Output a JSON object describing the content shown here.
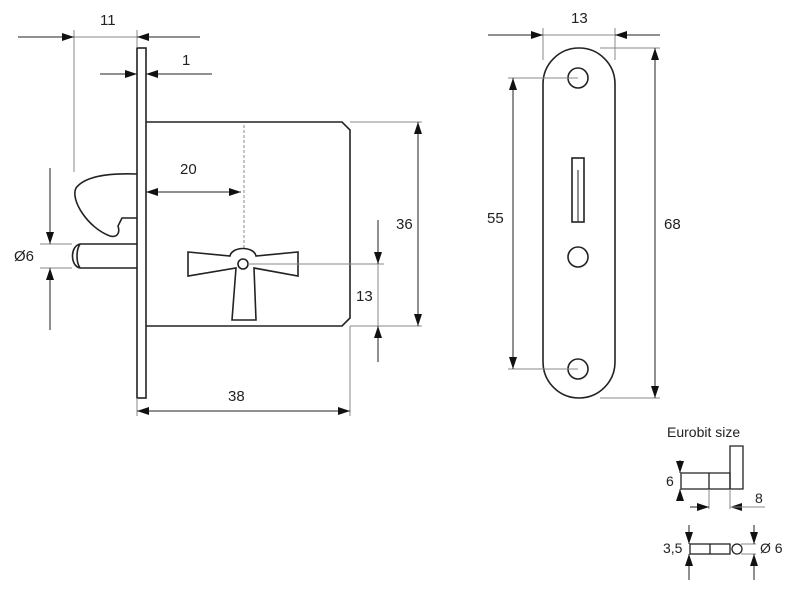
{
  "side_view": {
    "dim_overall_depth": "11",
    "dim_plate_thickness": "1",
    "dim_backset": "20",
    "dim_body_height": "36",
    "dim_key_offset": "13",
    "dim_body_depth": "38",
    "dim_pin_diameter": "Ø6"
  },
  "front_view": {
    "dim_plate_width": "13",
    "dim_hole_spacing": "55",
    "dim_plate_height": "68"
  },
  "eurobit": {
    "title": "Eurobit size",
    "dim_height": "6",
    "dim_length": "8",
    "dim_shaft": "3,5",
    "dim_diameter": "Ø 6"
  },
  "colors": {
    "line": "#222222",
    "thin": "#888888"
  }
}
